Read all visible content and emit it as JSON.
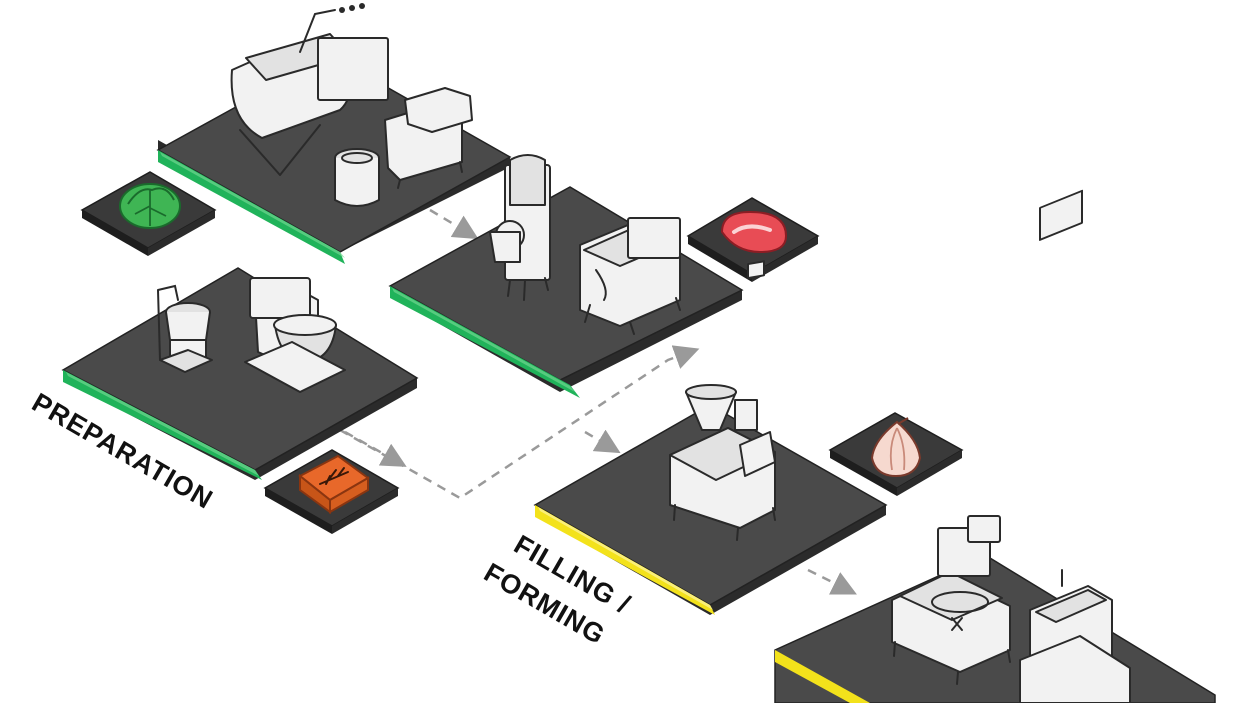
{
  "stage_labels": {
    "preparation": "PREPARATION",
    "filling_line1": "FILLING /",
    "filling_line2": "FORMING"
  },
  "icons": [
    {
      "name": "cabbage-icon",
      "color": "#3fb554"
    },
    {
      "name": "meat-steak-icon",
      "color": "#e84c55"
    },
    {
      "name": "flour-sack-icon",
      "color": "#e8682a"
    },
    {
      "name": "garlic-icon",
      "color": "#f6d9cf"
    }
  ],
  "colors": {
    "platform_top": "#4a4a4a",
    "platform_side": "#2b2b2b",
    "preparation_stripe": "#20b35a",
    "filling_stripe": "#f3e21b",
    "flow_line": "#9a9a9a",
    "label_text": "#111111"
  }
}
